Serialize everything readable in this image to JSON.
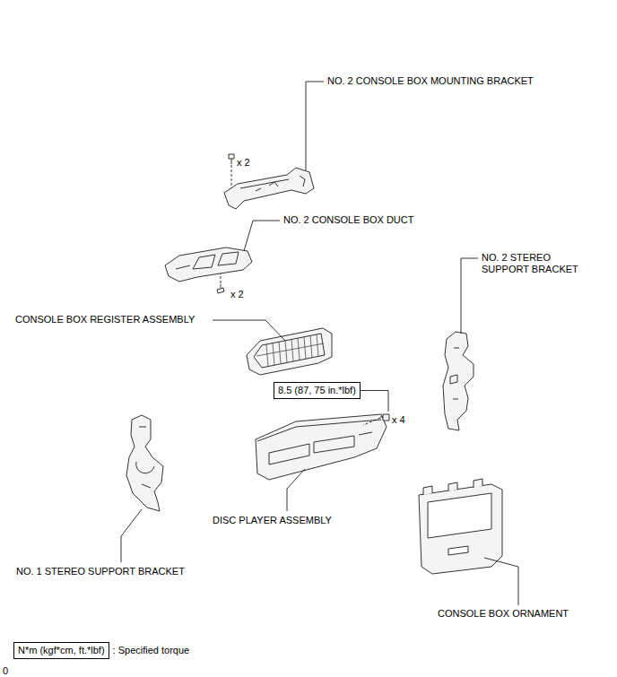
{
  "diagram": {
    "nodes": [
      {
        "text": [
          "8.5 (87, 75 in.*lbf)"
        ]
      },
      {
        "text": [
          "N*m (kgf*cm, ft.*lbf)"
        ]
      }
    ],
    "labels": [
      "NO. 2 CONSOLE BOX MOUNTING BRACKET",
      "x 2",
      "NO. 2 CONSOLE BOX DUCT",
      "x 2",
      "CONSOLE BOX REGISTER ASSEMBLY",
      "x 4",
      "NO. 2 STEREO SUPPORT BRACKET",
      "DISC PLAYER ASSEMBLY",
      "NO. 1 STEREO SUPPORT BRACKET",
      "CONSOLE BOX ORNAMENT",
      "0"
    ],
    "legend": [
      {
        "text": ": Specified torque"
      }
    ]
  }
}
